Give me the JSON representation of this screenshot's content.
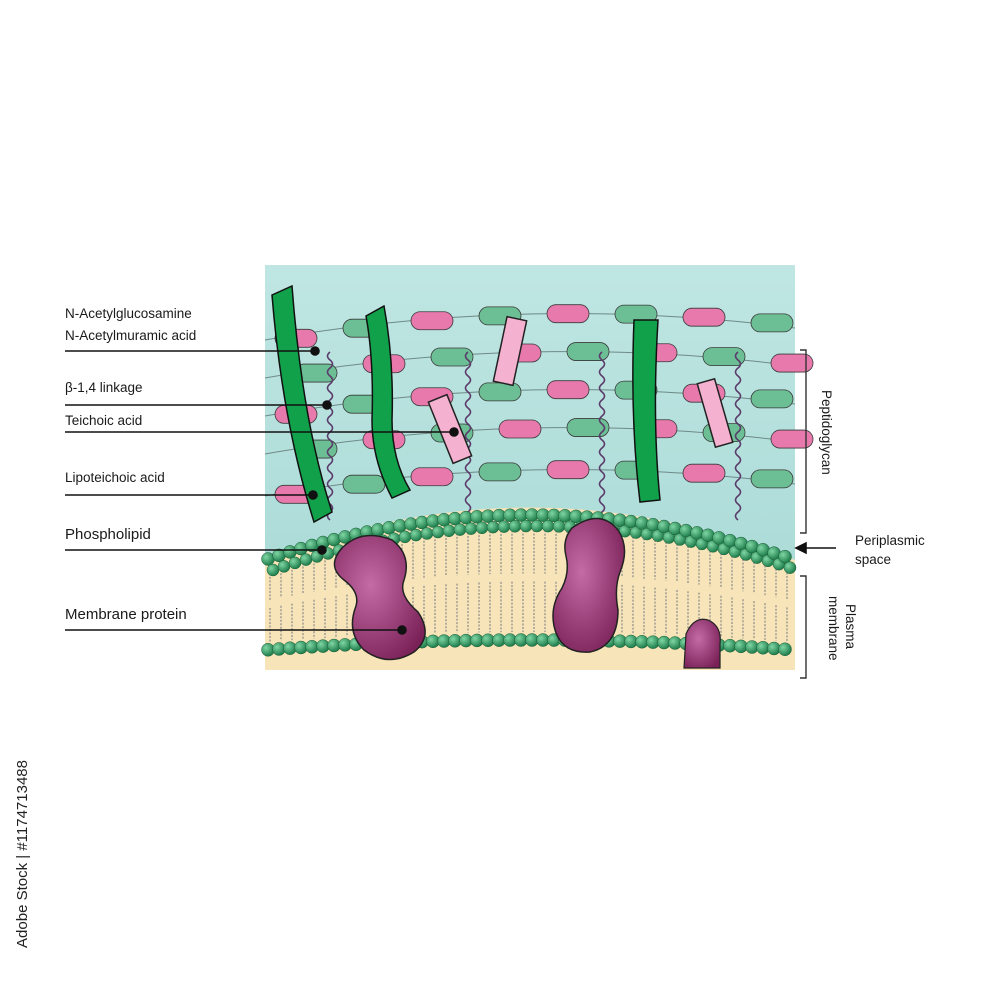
{
  "labels": {
    "nag": "N-Acetylglucosamine",
    "nam": "N-Acetylmuramic acid",
    "linkage": "β-1,4 linkage",
    "teichoic": "Teichoic acid",
    "lipoteichoic": "Lipoteichoic acid",
    "phospholipid": "Phospholipid",
    "membrane_protein": "Membrane protein",
    "peptidoglycan": "Peptidoglycan",
    "periplasmic_1": "Periplasmic",
    "periplasmic_2": "space",
    "plasma_1": "Plasma",
    "plasma_2": "membrane"
  },
  "stock_id": "Adobe Stock | #1174713488",
  "colors": {
    "background_top": "#a8dcd8",
    "membrane_core": "#fbe9c6",
    "nag_sugar": "#e879ac",
    "nam_sugar": "#6cbf95",
    "lipoteichoic_green": "#11a14a",
    "teichoic_pink": "#f4b1d0",
    "protein_purple": "#8c2f6a",
    "phospholipid_head": "#2e9a63",
    "peptide_purple": "#5a3a6a"
  }
}
